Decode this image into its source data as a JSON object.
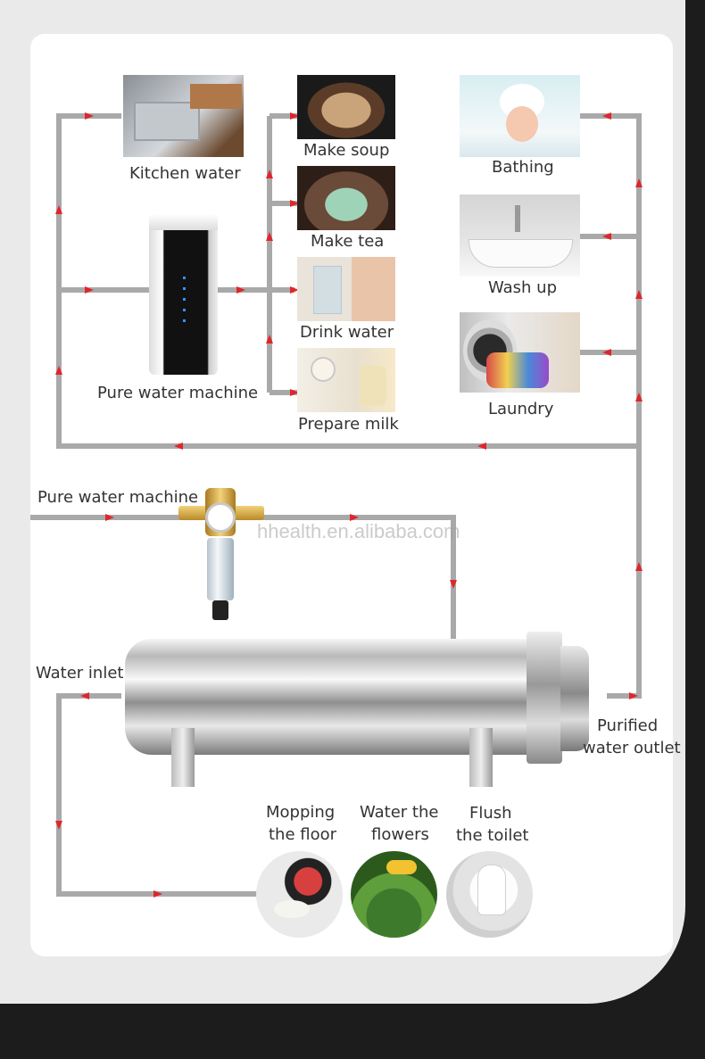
{
  "labels": {
    "kitchen_water": "Kitchen water",
    "make_soup": "Make soup",
    "make_tea": "Make tea",
    "drink_water": "Drink water",
    "prepare_milk": "Prepare milk",
    "pure_water_machine_top": "Pure water machine",
    "bathing": "Bathing",
    "wash_up": "Wash up",
    "laundry": "Laundry",
    "pure_water_machine_pipe": "Pure water machine",
    "water_inlet": "Water inlet",
    "purified_line1": "Purified",
    "purified_line2": "water outlet",
    "mopping_line1": "Mopping",
    "mopping_line2": "the floor",
    "flowers_line1": "Water the",
    "flowers_line2": "flowers",
    "flush_line1": "Flush",
    "flush_line2": "the toilet"
  },
  "watermark": "hhealth.en.alibaba.com",
  "colors": {
    "pipe": "#a9a9a9",
    "arrow": "#e0262b",
    "panel": "#eaeaea",
    "frame": "#1c1c1c"
  },
  "icons": {
    "kitchen": "kitchen-sink-photo",
    "soup": "soup-pot-photo",
    "tea": "tea-cup-photo",
    "drink": "drinking-glass-photo",
    "milk": "milk-bottle-photo",
    "machine": "water-purifier-machine",
    "bath": "baby-bathing-photo",
    "washup": "washbasin-photo",
    "laundry": "washing-machine-photo",
    "prefilter": "brass-prefilter",
    "tank": "stainless-filter-tank",
    "mop": "mop-bucket-photo",
    "flowers": "watering-can-photo",
    "toilet": "toilet-photo"
  }
}
